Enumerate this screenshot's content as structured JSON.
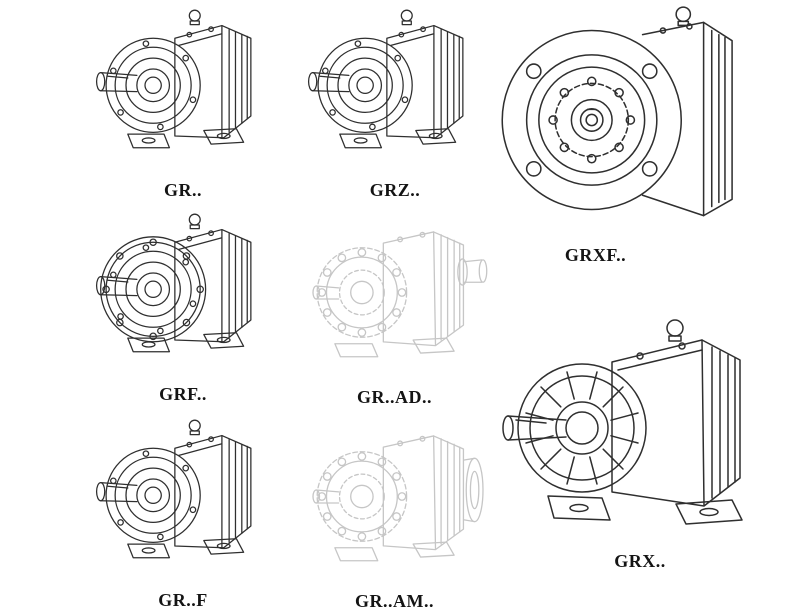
{
  "colors": {
    "line": "#2f2f2f",
    "phantom": "#c6c6c6",
    "background": "#ffffff",
    "label": "#141414"
  },
  "figures": [
    {
      "label": "GR..",
      "style": "solid",
      "view": "foot-mounted-iso"
    },
    {
      "label": "GRZ..",
      "style": "solid",
      "view": "foot-mounted-iso"
    },
    {
      "label": "GRXF..",
      "style": "solid",
      "view": "flange-front"
    },
    {
      "label": "GRF..",
      "style": "solid",
      "view": "flange-iso"
    },
    {
      "label": "GR..AD..",
      "style": "phantom",
      "view": "adapter-iso"
    },
    {
      "label": "GR..F",
      "style": "solid",
      "view": "foot-mounted-iso"
    },
    {
      "label": "GR..AM..",
      "style": "phantom",
      "view": "adapter-flange-iso"
    },
    {
      "label": "GRX..",
      "style": "solid",
      "view": "large-foot-mounted-iso"
    }
  ]
}
